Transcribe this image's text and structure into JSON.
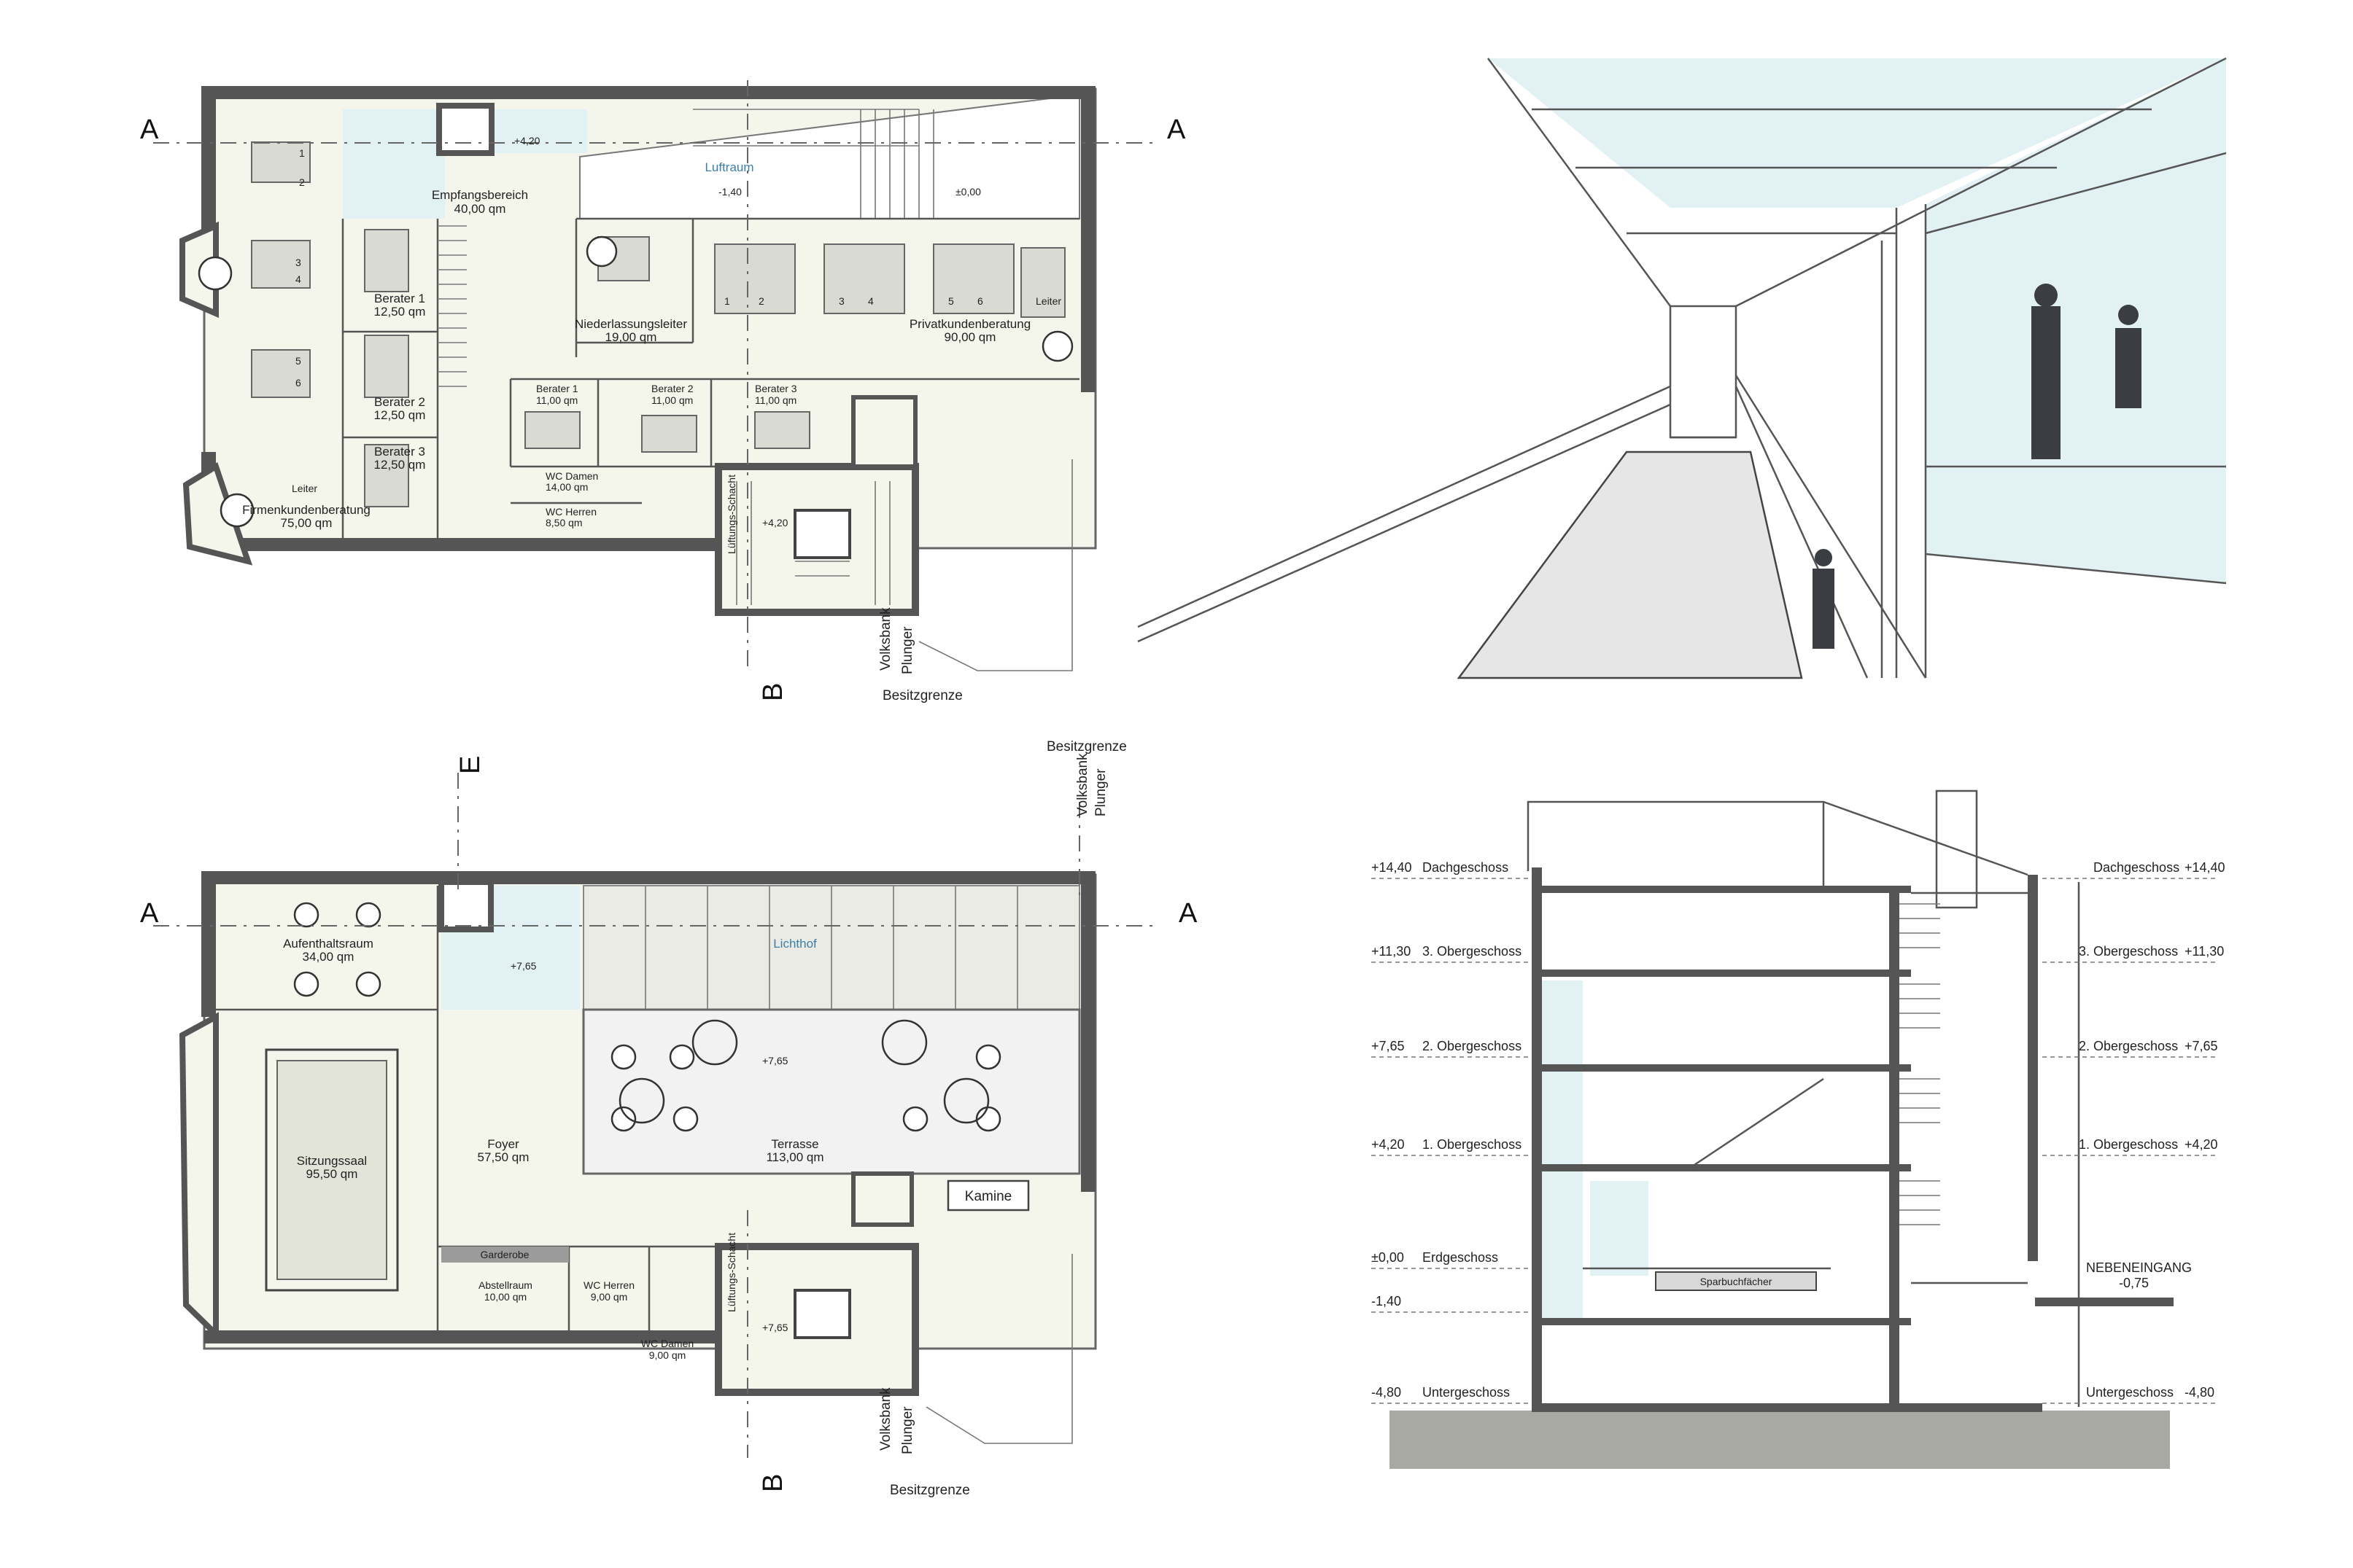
{
  "colors": {
    "wall": "#555555",
    "floor": "#f4f6ec",
    "glass": "#e2f1f4",
    "ground": "#a9a9a3"
  },
  "plan_upper": {
    "section_marks": [
      "A",
      "A",
      "B"
    ],
    "rooms": [
      {
        "name": "Empfangsbereich",
        "area": "40,00 qm"
      },
      {
        "name": "Luftraum",
        "area": ""
      },
      {
        "name": "Niederlassungsleiter",
        "area": "19,00 qm"
      },
      {
        "name": "Privatkundenberatung",
        "area": "90,00 qm"
      },
      {
        "name": "Berater 1",
        "area": "12,50 qm"
      },
      {
        "name": "Berater 2",
        "area": "12,50 qm"
      },
      {
        "name": "Berater 3",
        "area": "12,50 qm"
      },
      {
        "name": "Firmenkundenberatung",
        "area": "75,00 qm"
      },
      {
        "name": "Berater 1",
        "area": "11,00 qm"
      },
      {
        "name": "Berater 2",
        "area": "11,00 qm"
      },
      {
        "name": "Berater 3",
        "area": "11,00 qm"
      },
      {
        "name": "WC Damen",
        "area": "14,00 qm"
      },
      {
        "name": "WC Herren",
        "area": "8,50 qm"
      },
      {
        "name": "Lüftungs-Schacht",
        "area": ""
      }
    ],
    "levels": [
      "+4,20",
      "-1,40",
      "±0,00",
      "+4,20"
    ],
    "desk_numbers": [
      "1",
      "2",
      "3",
      "4",
      "5",
      "6",
      "Leiter",
      "1",
      "2",
      "3",
      "4",
      "5",
      "6",
      "Leiter"
    ],
    "boundary": {
      "neighbor1": "Volksbank",
      "neighbor2": "Plunger",
      "label": "Besitzgrenze"
    }
  },
  "plan_lower": {
    "section_marks": [
      "A",
      "A",
      "B",
      "E"
    ],
    "rooms": [
      {
        "name": "Aufenthaltsraum",
        "area": "34,00 qm"
      },
      {
        "name": "Lichthof",
        "area": ""
      },
      {
        "name": "Sitzungssaal",
        "area": "95,50 qm"
      },
      {
        "name": "Foyer",
        "area": "57,50 qm"
      },
      {
        "name": "Terrasse",
        "area": "113,00 qm"
      },
      {
        "name": "Garderobe",
        "area": ""
      },
      {
        "name": "Abstellraum",
        "area": "10,00 qm"
      },
      {
        "name": "WC Herren",
        "area": "9,00 qm"
      },
      {
        "name": "WC Damen",
        "area": "9,00 qm"
      },
      {
        "name": "Lüftungs-Schacht",
        "area": ""
      },
      {
        "name": "Kamine",
        "area": ""
      }
    ],
    "levels": [
      "+7,65",
      "+7,65",
      "+7,65"
    ],
    "boundary_top": {
      "label": "Besitzgrenze",
      "neighbor1": "Volksbank",
      "neighbor2": "Plunger"
    },
    "boundary_bottom": {
      "neighbor1": "Volksbank",
      "neighbor2": "Plunger",
      "label": "Besitzgrenze"
    }
  },
  "section": {
    "levels": [
      {
        "value": "+14,40",
        "name": "Dachgeschoss"
      },
      {
        "value": "+11,30",
        "name": "3. Obergeschoss"
      },
      {
        "value": "+7,65",
        "name": "2. Obergeschoss"
      },
      {
        "value": "+4,20",
        "name": "1. Obergeschoss"
      },
      {
        "value": "±0,00",
        "name": "Erdgeschoss"
      },
      {
        "value": "-1,40",
        "name": ""
      },
      {
        "value": "-4,80",
        "name": "Untergeschoss"
      }
    ],
    "right_levels": [
      {
        "value": "+14,40",
        "name": "Dachgeschoss"
      },
      {
        "value": "+11,30",
        "name": "3. Obergeschoss"
      },
      {
        "value": "+7,65",
        "name": "2. Obergeschoss"
      },
      {
        "value": "+4,20",
        "name": "1. Obergeschoss"
      },
      {
        "value": "-4,80",
        "name": "Untergeschoss"
      }
    ],
    "side_entrance": {
      "name": "NEBENEINGANG",
      "value": "-0,75"
    },
    "counter_label": "Sparbuchfächer"
  }
}
